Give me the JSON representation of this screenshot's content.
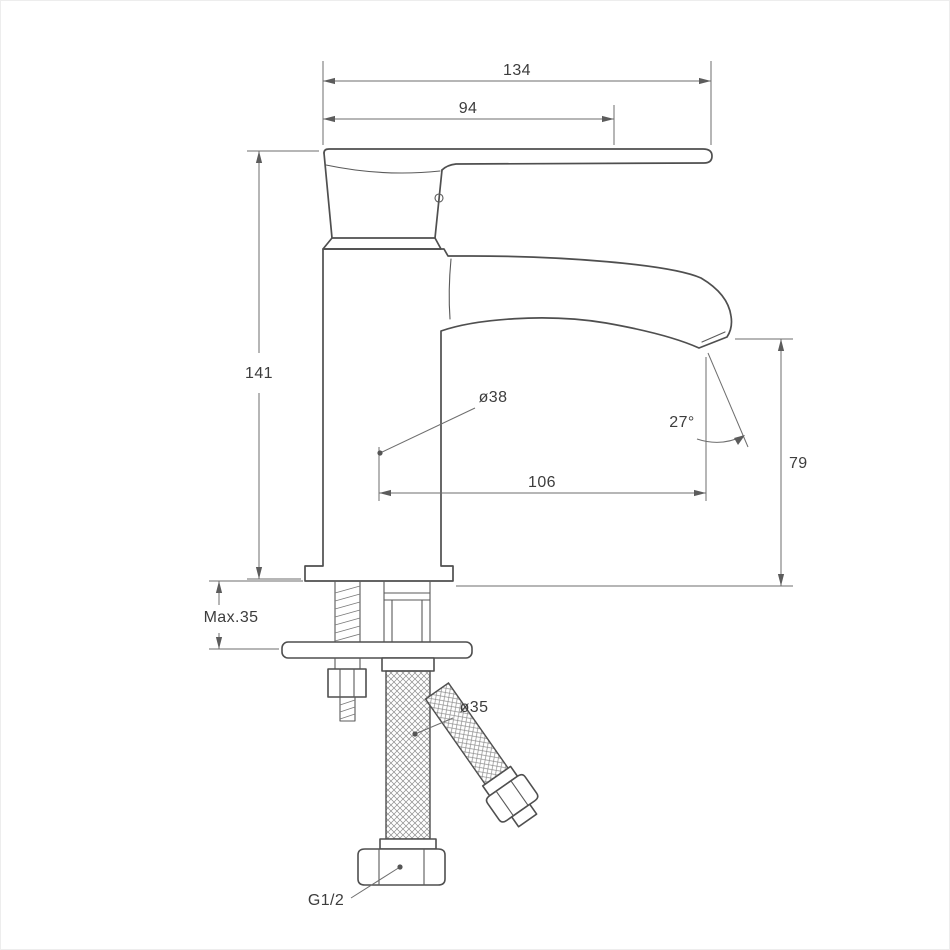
{
  "page": {
    "background": "#ffffff"
  },
  "drawing": {
    "type": "technical-drawing",
    "subject": "single-lever basin mixer faucet, side view with mounting hardware and supply hoses",
    "line_color": "#4f4f4f",
    "dimension_line_color": "#6e6e6e",
    "text_color": "#3d3d3d",
    "labels": {
      "overall_length": "134",
      "lever_length": "94",
      "height": "141",
      "body_diameter": "ø38",
      "spout_angle": "27°",
      "outlet_height": "79",
      "spout_reach": "106",
      "max_thickness": "Max.35",
      "hole_diameter": "ø35",
      "thread_size": "G1/2"
    }
  }
}
